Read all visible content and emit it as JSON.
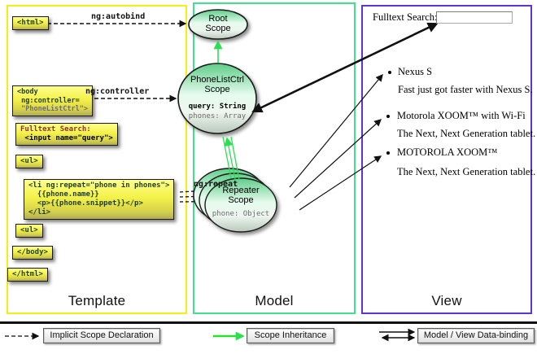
{
  "template_column": {
    "label": "Template",
    "boxes": {
      "html_open": "<html>",
      "body_open_lines": [
        "<body",
        " ng:controller=",
        " \"PhoneListCtrl\">"
      ],
      "fulltext_label": "Fulltext Search:",
      "fulltext_input": " <input name=\"query\">",
      "ul_open": "<ul>",
      "li_lines": [
        "<li ng:repeat=\"phone in phones\">",
        "  {{phone.name}}",
        "  <p>{{phone.snippet}}</p>",
        "</li>"
      ],
      "ul_close": "<ul>",
      "body_close": "</body>",
      "html_close": "</html>"
    },
    "arrow_labels": {
      "autobind": "ng:autobind",
      "controller": "ng:controller",
      "repeat": "ng:repeat"
    }
  },
  "model_column": {
    "label": "Model",
    "root_scope": {
      "title": "Root\nScope"
    },
    "phonelist_scope": {
      "title": "PhoneListCtrl\nScope",
      "prop_query": "query: String",
      "prop_phones": "phones: Array"
    },
    "repeater_scope": {
      "title": "Repeater\nScope",
      "prop_phone": "phone: Object"
    }
  },
  "view_column": {
    "label": "View",
    "search_label": "Fulltext Search:",
    "search_value": "",
    "items": [
      {
        "title": "Nexus S",
        "desc": "Fast just got faster with Nexus S."
      },
      {
        "title": "Motorola XOOM™ with Wi-Fi",
        "desc": "The Next, Next Generation tablet."
      },
      {
        "title": "MOTOROLA XOOM™",
        "desc": "The Next, Next Generation tablet."
      }
    ]
  },
  "legend": {
    "implicit": "Implicit Scope Declaration",
    "inheritance": "Scope Inheritance",
    "databinding": "Model / View Data-binding"
  },
  "colors": {
    "template_border": "#f2ee16",
    "model_border": "#3fe18d",
    "view_border": "#5b35d5",
    "code_box_yellow": "#f4f148",
    "scope_green": "#66d28e",
    "inheritance_green": "#2ae052",
    "code_green": "#1f3d1f",
    "code_maroon": "#8a3333",
    "code_gray": "#6e6e6e"
  }
}
